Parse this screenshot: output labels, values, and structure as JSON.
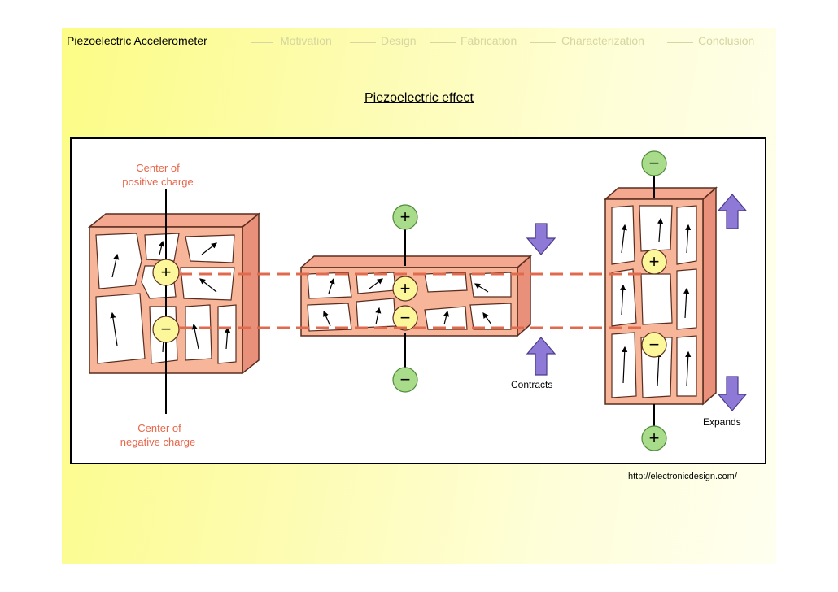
{
  "nav": {
    "current": "Piezoelectric Accelerometer",
    "items": [
      "Motivation",
      "Design",
      "Fabrication",
      "Characterization",
      "Conclusion"
    ]
  },
  "heading": "Piezoelectric effect",
  "figure": {
    "labels": {
      "positive_center_line1": "Center of",
      "positive_center_line2": "positive charge",
      "negative_center_line1": "Center of",
      "negative_center_line2": "negative charge",
      "contracts": "Contracts",
      "expands": "Expands"
    },
    "symbols": {
      "plus": "+",
      "minus": "−"
    },
    "colors": {
      "crystal_fill": "#f7b59a",
      "crystal_stroke": "#5a2d1e",
      "plus_terminal": "#a8dc8a",
      "minus_terminal": "#a8dc8a",
      "charge_center": "#fbf79a",
      "arrow_fill": "#8e7ad6",
      "label_color": "#e8654a",
      "dash_color": "#e06a4e"
    }
  },
  "credit": "http://electronicdesign.com/"
}
